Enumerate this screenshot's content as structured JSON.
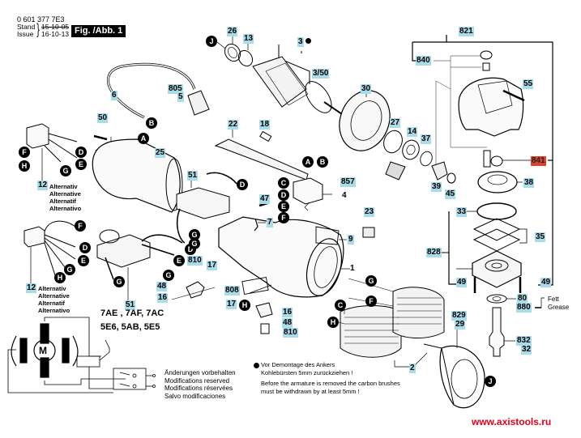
{
  "header": {
    "part_number": "0 601 377 7E3",
    "stand_label": "Stand",
    "issue_label": "Issue",
    "stand_date": "15-10-05",
    "issue_date": "16-10-13",
    "figure_label": "Fig. /Abb. 1"
  },
  "parts": {
    "p821": "821",
    "p840": "840",
    "p55": "55",
    "p841": "841",
    "p38": "38",
    "p33": "33",
    "p35": "35",
    "p828": "828",
    "p49a": "49",
    "p49b": "49",
    "p80": "80",
    "p880": "880",
    "p829": "829",
    "p29": "29",
    "p832": "832",
    "p32": "32",
    "p26": "26",
    "p13": "13",
    "p3": "3",
    "p3_50": "3/50",
    "p805": "805",
    "p5": "5",
    "p30": "30",
    "p6": "6",
    "p50": "50",
    "p25": "25",
    "p22": "22",
    "p18": "18",
    "p27": "27",
    "p14": "14",
    "p37": "37",
    "p39": "39",
    "p45": "45",
    "p857": "857",
    "p4": "4",
    "p51a": "51",
    "p47": "47",
    "p7": "7",
    "p23": "23",
    "p9": "9",
    "p1": "1",
    "p12a": "12",
    "p12b": "12",
    "p51b": "51",
    "p810a": "810",
    "p17a": "17",
    "p48a": "48",
    "p16a": "16",
    "p808": "808",
    "p17b": "17",
    "p16b": "16",
    "p48b": "48",
    "p810b": "810",
    "p2": "2"
  },
  "connectors": {
    "A": "A",
    "B": "B",
    "C": "C",
    "D": "D",
    "E": "E",
    "F": "F",
    "G": "G",
    "H": "H",
    "J": "J"
  },
  "alternative_lines": [
    "Alternativ",
    "Alternative",
    "Alternatif",
    "Alternativo"
  ],
  "variants": [
    "7AE , 7AF, 7AC",
    "5E6, 5AB, 5E5"
  ],
  "motor_label": "M",
  "modifications": [
    "Änderungen vorbehalten",
    "Modifications reserved",
    "Modifications réservées",
    "Salvo modificaciones"
  ],
  "warning": {
    "de_line1": "Vor Demontage des Ankers",
    "de_line2": "Kohlebürsten 5mm zurückziehen !",
    "en_line1": "Before the armature is removed the carbon brushes",
    "en_line2": "must be withdrawn by at least 5mm !"
  },
  "grease": {
    "fett": "Fett",
    "grease": "Grease"
  },
  "website": "www.axistools.ru",
  "colors": {
    "label_bg": "#a9dbe8",
    "highlight_bg": "#d9432f",
    "url": "#e3001b"
  }
}
